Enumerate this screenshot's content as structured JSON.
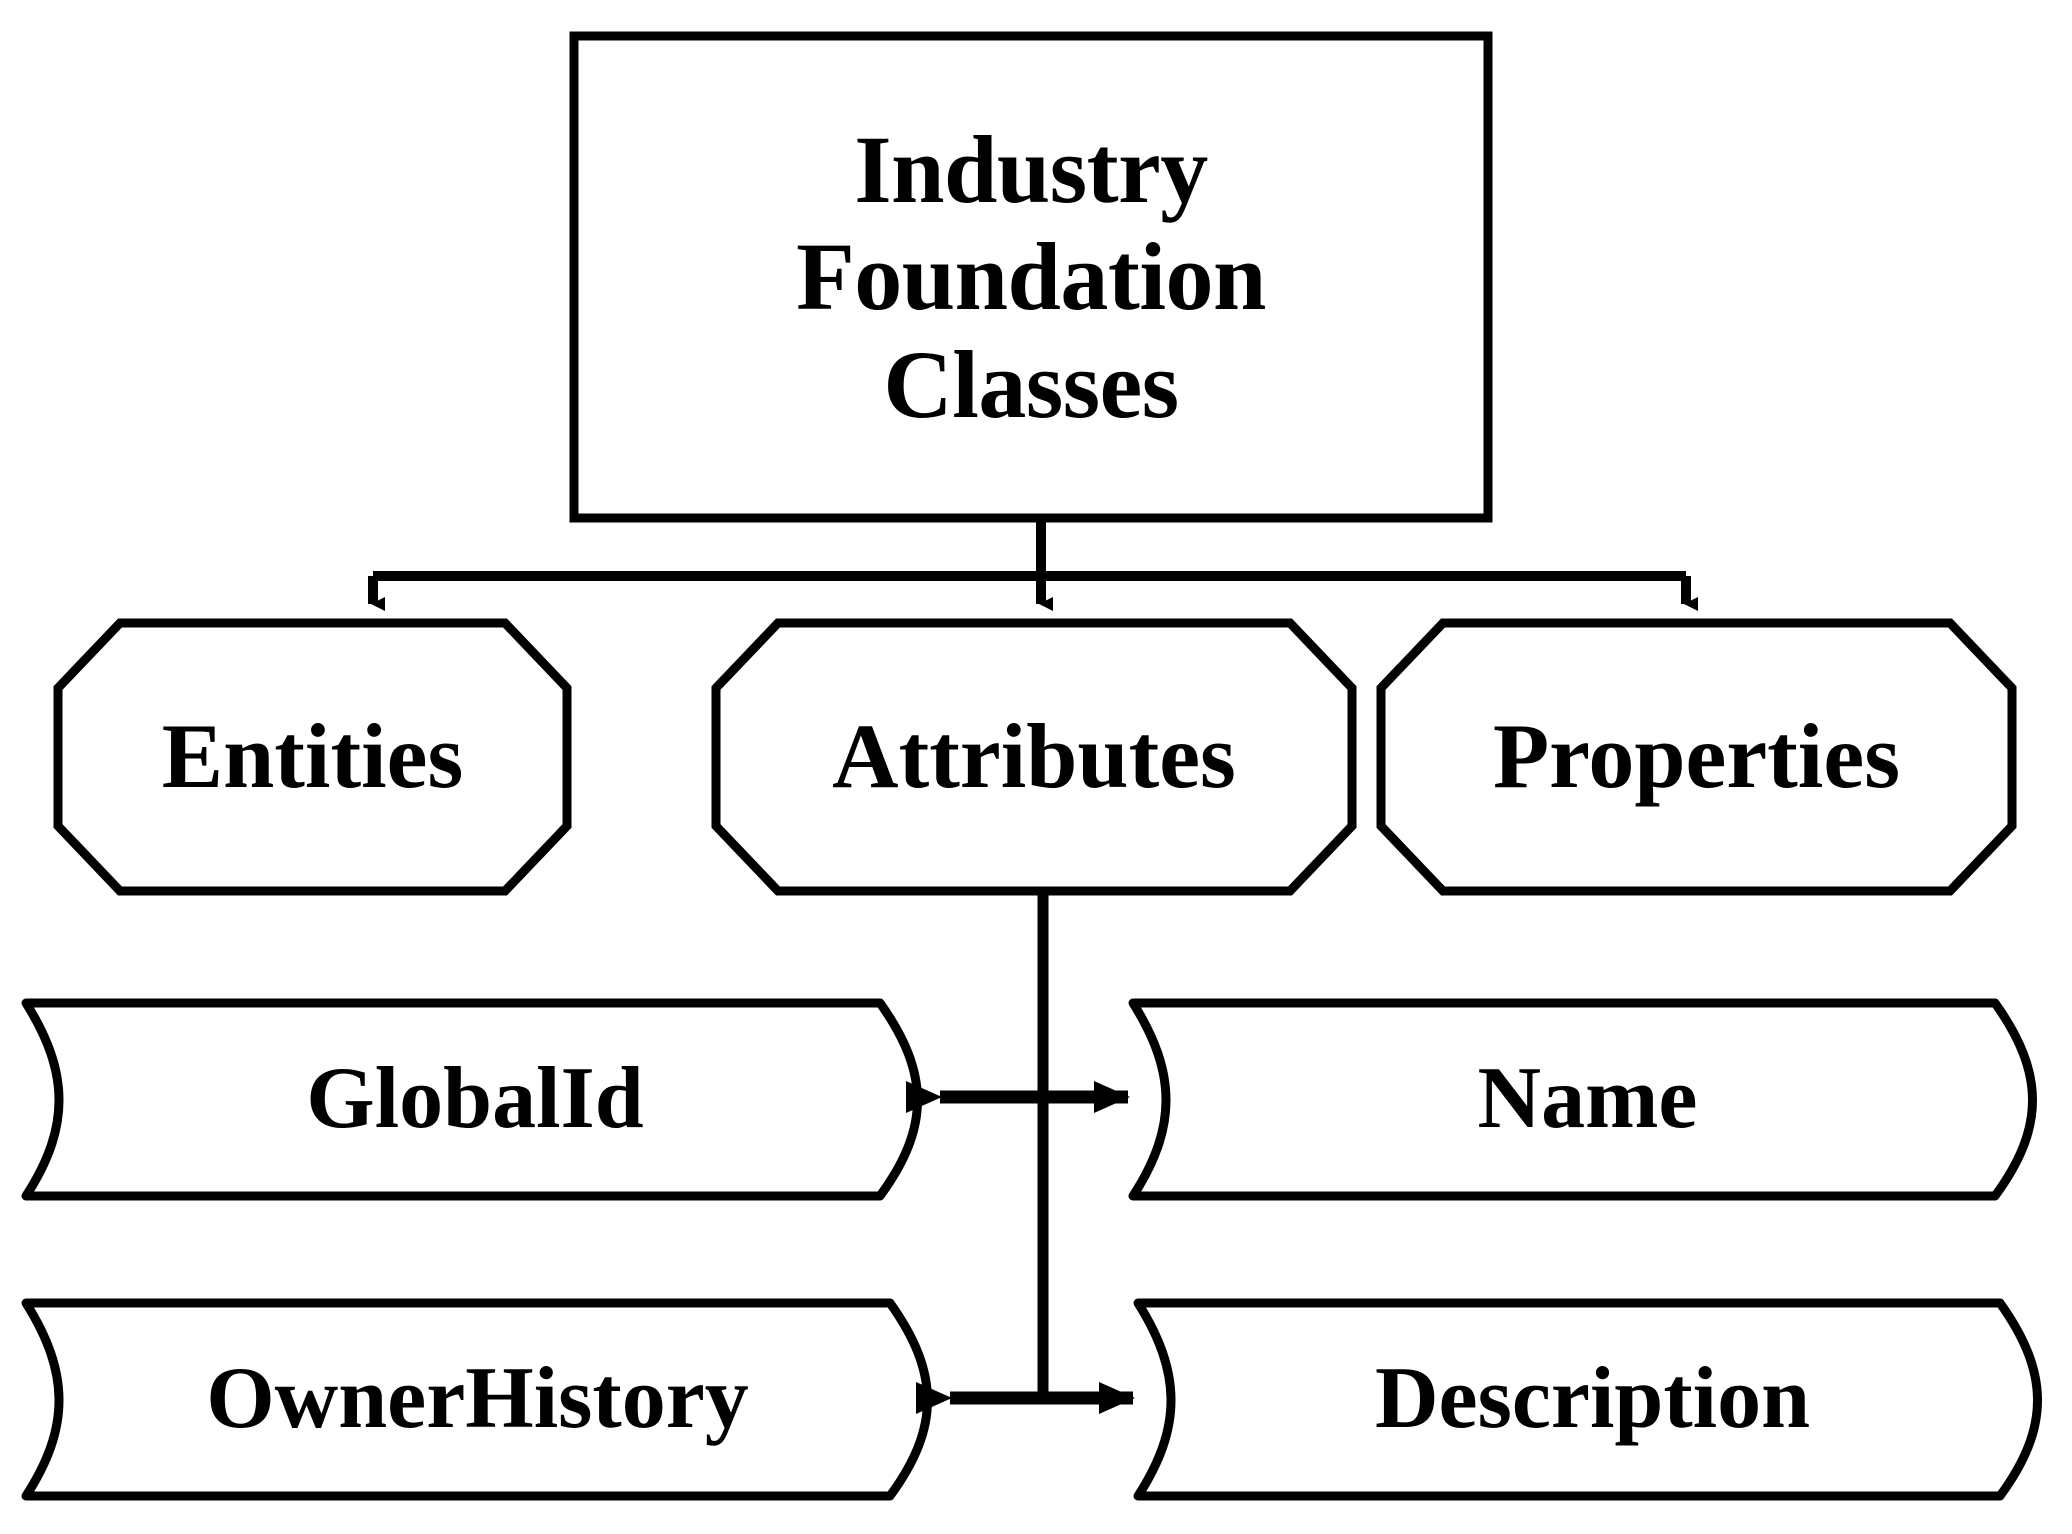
{
  "diagram": {
    "title": "Industry Foundation Classes",
    "type": "hierarchy-flowchart",
    "background_color": "#FFFFFF",
    "stroke_color": "#000000",
    "fill_color": "#FFFFFF"
  },
  "root": {
    "label": "Industry Foundation Classes",
    "label_lines": "Industry\nFoundation\nClasses",
    "shape": "rectangle"
  },
  "categories": [
    {
      "id": "entities",
      "label": "Entities",
      "shape": "octagon"
    },
    {
      "id": "attributes",
      "label": "Attributes",
      "shape": "octagon"
    },
    {
      "id": "properties",
      "label": "Properties",
      "shape": "octagon"
    }
  ],
  "attributes": [
    {
      "id": "globalid",
      "label": "GlobalId",
      "shape": "tape",
      "side": "left",
      "row": 1
    },
    {
      "id": "name",
      "label": "Name",
      "shape": "tape",
      "side": "right",
      "row": 1
    },
    {
      "id": "ownerhistory",
      "label": "OwnerHistory",
      "shape": "tape",
      "side": "left",
      "row": 2
    },
    {
      "id": "description",
      "label": "Description",
      "shape": "tape",
      "side": "right",
      "row": 2
    }
  ],
  "connectors": [
    {
      "id": "root-to-entities",
      "from": "root",
      "to": "entities",
      "arrow": "single-down"
    },
    {
      "id": "root-to-attributes",
      "from": "root",
      "to": "attributes",
      "arrow": "single-down"
    },
    {
      "id": "root-to-properties",
      "from": "root",
      "to": "properties",
      "arrow": "single-down"
    },
    {
      "id": "attributes-spine",
      "from": "attributes",
      "to": "attribute-rows",
      "arrow": "none"
    },
    {
      "id": "row1-double-arrow",
      "from": "globalid",
      "to": "name",
      "arrow": "double-horizontal"
    },
    {
      "id": "row2-double-arrow",
      "from": "ownerhistory",
      "to": "description",
      "arrow": "double-horizontal"
    }
  ]
}
